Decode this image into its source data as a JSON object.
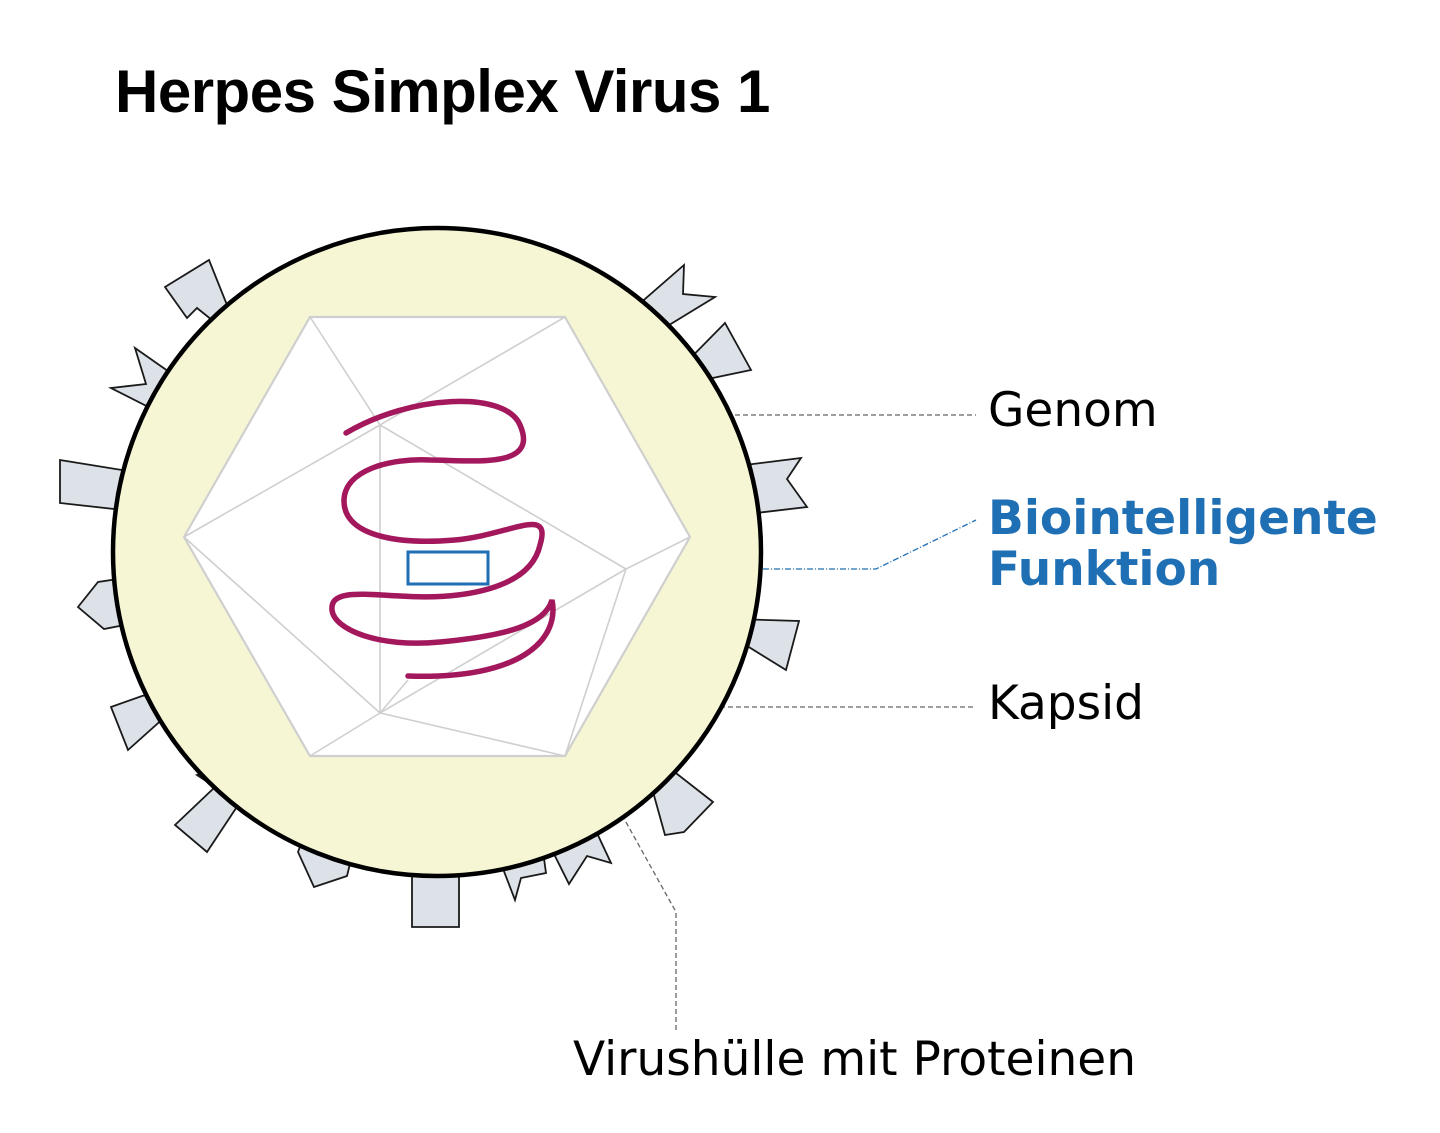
{
  "diagram": {
    "title": "Herpes Simplex Virus 1",
    "labels": {
      "genome": "Genom",
      "biointelligent_line1": "Biointelligente",
      "biointelligent_line2": "Funktion",
      "capsid": "Kapsid",
      "envelope": "Virushülle mit Proteinen"
    },
    "colors": {
      "envelope_fill": "#f6f6d4",
      "envelope_outline": "#000000",
      "capsid_fill": "#ffffff",
      "capsid_lines": "#cfcfcf",
      "genome_strand": "#a3185c",
      "highlight": "#1f6fb5",
      "protein_fill": "#dce2e8",
      "protein_outline": "#1a1a1a",
      "leader_lines": "#666666"
    },
    "icons": {
      "envelope_proteins": "arrow-spike-icon",
      "genome": "helix-strand-icon",
      "function_marker": "rectangle-marker-icon"
    }
  }
}
